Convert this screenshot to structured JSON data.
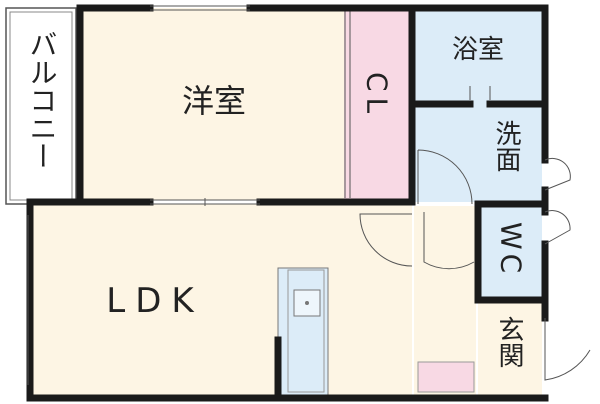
{
  "plan": {
    "rooms": {
      "balcony": "バルコニー",
      "western_room": "洋室",
      "closet": "CL",
      "bath": "浴室",
      "washroom": "洗面",
      "toilet": "WC",
      "ldk": "LDK",
      "entrance": "玄関"
    },
    "colors": {
      "wall": "#1a1a1a",
      "floor_wood": "#fdf5e4",
      "closet_fill": "#f8d9e4",
      "wet_area_fill": "#dcecf8",
      "kitchen_fill": "#dcecf8",
      "entrance_fill": "#f8d9e4",
      "balcony_fill": "#ffffff"
    }
  }
}
